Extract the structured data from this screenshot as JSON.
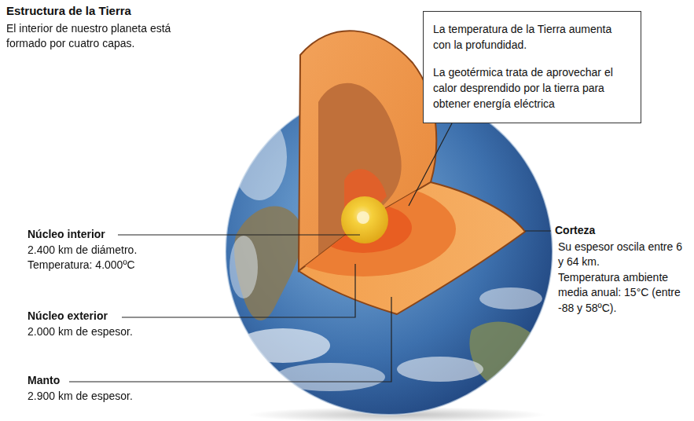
{
  "diagram": {
    "title": "Estructura de la Tierra",
    "nodes": [
      {
        "text": [
          "La temperatura de la Tierra aumenta con la profundidad.",
          "La geotérmica trata de aprovechar el calor desprendido por la tierra para obtener energía eléctrica"
        ]
      }
    ],
    "labels": [
      "El interior de nuestro planeta está formado por cuatro capas.",
      "Núcleo interior",
      "2.400 km de diámetro.",
      "Temperatura: 4.000ºC",
      "Núcleo exterior",
      "2.000 km de espesor.",
      "Manto",
      "2.900 km de espesor.",
      "Corteza",
      "Su espesor oscila entre 6 y 64 km.",
      "Temperatura ambiente media anual: 15°C (entre -88 y 58ºC)."
    ]
  }
}
